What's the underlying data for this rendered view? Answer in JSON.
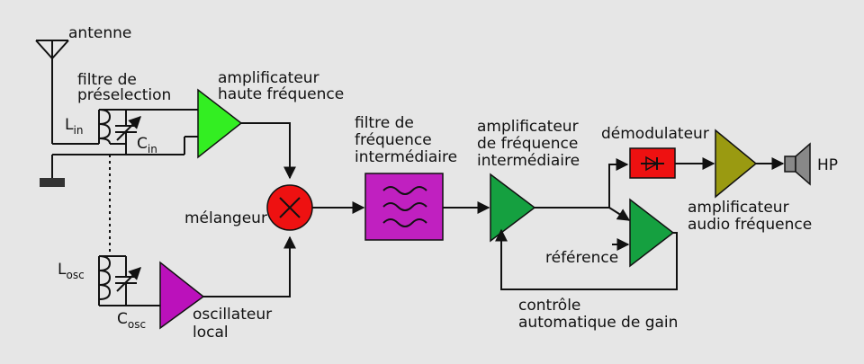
{
  "labels": {
    "antenna": "antenne",
    "preselection_filter": [
      "filtre de",
      "préselection"
    ],
    "l_in": {
      "main": "L",
      "sub": "in"
    },
    "c_in": {
      "main": "C",
      "sub": "in"
    },
    "l_osc": {
      "main": "L",
      "sub": "osc"
    },
    "c_osc": {
      "main": "C",
      "sub": "osc"
    },
    "hf_amplifier": [
      "amplificateur",
      "haute fréquence"
    ],
    "mixer": "mélangeur",
    "local_oscillator": [
      "oscillateur",
      "local"
    ],
    "if_filter": [
      "filtre de",
      "fréquence",
      "intermédiaire"
    ],
    "if_amplifier": [
      "amplificateur",
      "de fréquence",
      "intermédiaire"
    ],
    "demodulator": "démodulateur",
    "reference": "référence",
    "agc": [
      "contrôle",
      "automatique de gain"
    ],
    "af_amplifier": [
      "amplificateur",
      "audio fréquence"
    ],
    "speaker": "HP"
  },
  "colors": {
    "background": "#e6e6e6",
    "hf_amplifier": "#33ee22",
    "mixer": "#ee1111",
    "local_oscillator": "#bb11bb",
    "if_filter": "#c020c0",
    "if_amplifier": "#15a040",
    "agc_amplifier": "#15a040",
    "demodulator": "#ee1111",
    "af_amplifier": "#9a9a11",
    "speaker": "#888888"
  }
}
